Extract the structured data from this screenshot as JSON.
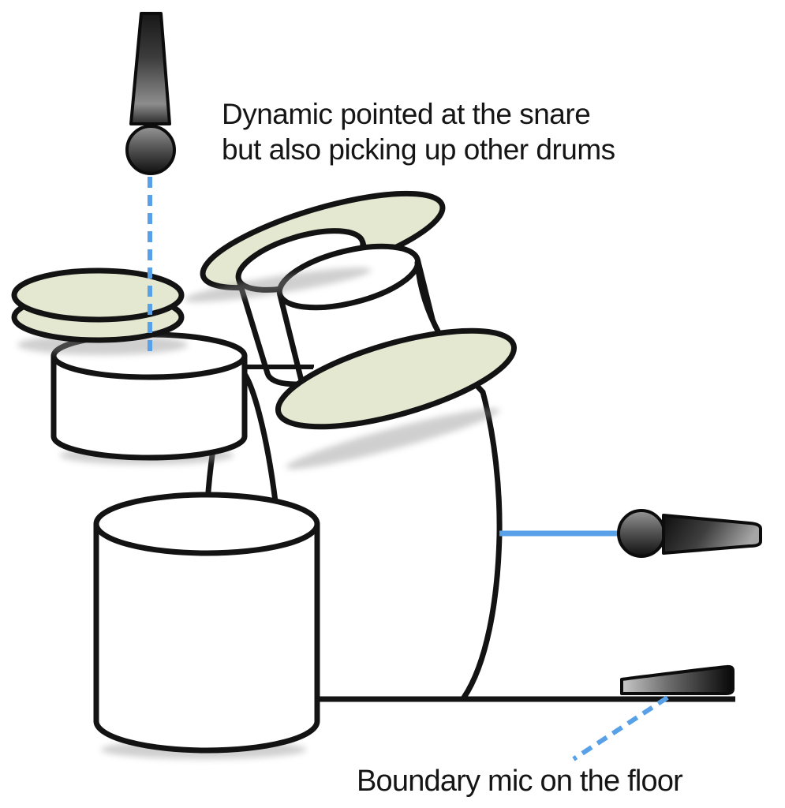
{
  "annotations": {
    "snare_mic": {
      "line1": "Dynamic pointed at the snare",
      "line2": "but also picking up other drums"
    },
    "boundary_mic": {
      "label": "Boundary mic on the floor"
    }
  },
  "colors": {
    "cymbal_fill": "#e4e8d1",
    "drum_fill": "#ffffff",
    "outline": "#131313",
    "pointer_blue": "#58a1e8",
    "text_color": "#151515",
    "background": "#ffffff"
  },
  "diagram": {
    "parts": [
      "overhead-dynamic-mic-icon",
      "snare-pointer-dashed-line",
      "hi-hat-cymbals",
      "snare-drum",
      "crash-cymbal",
      "rack-tom-1",
      "rack-tom-2",
      "ride-cymbal",
      "bass-drum",
      "floor-tom",
      "floor-line",
      "kick-mic-icon",
      "kick-mic-pointer-line",
      "boundary-mic-icon",
      "boundary-pointer-dashed-line"
    ]
  }
}
